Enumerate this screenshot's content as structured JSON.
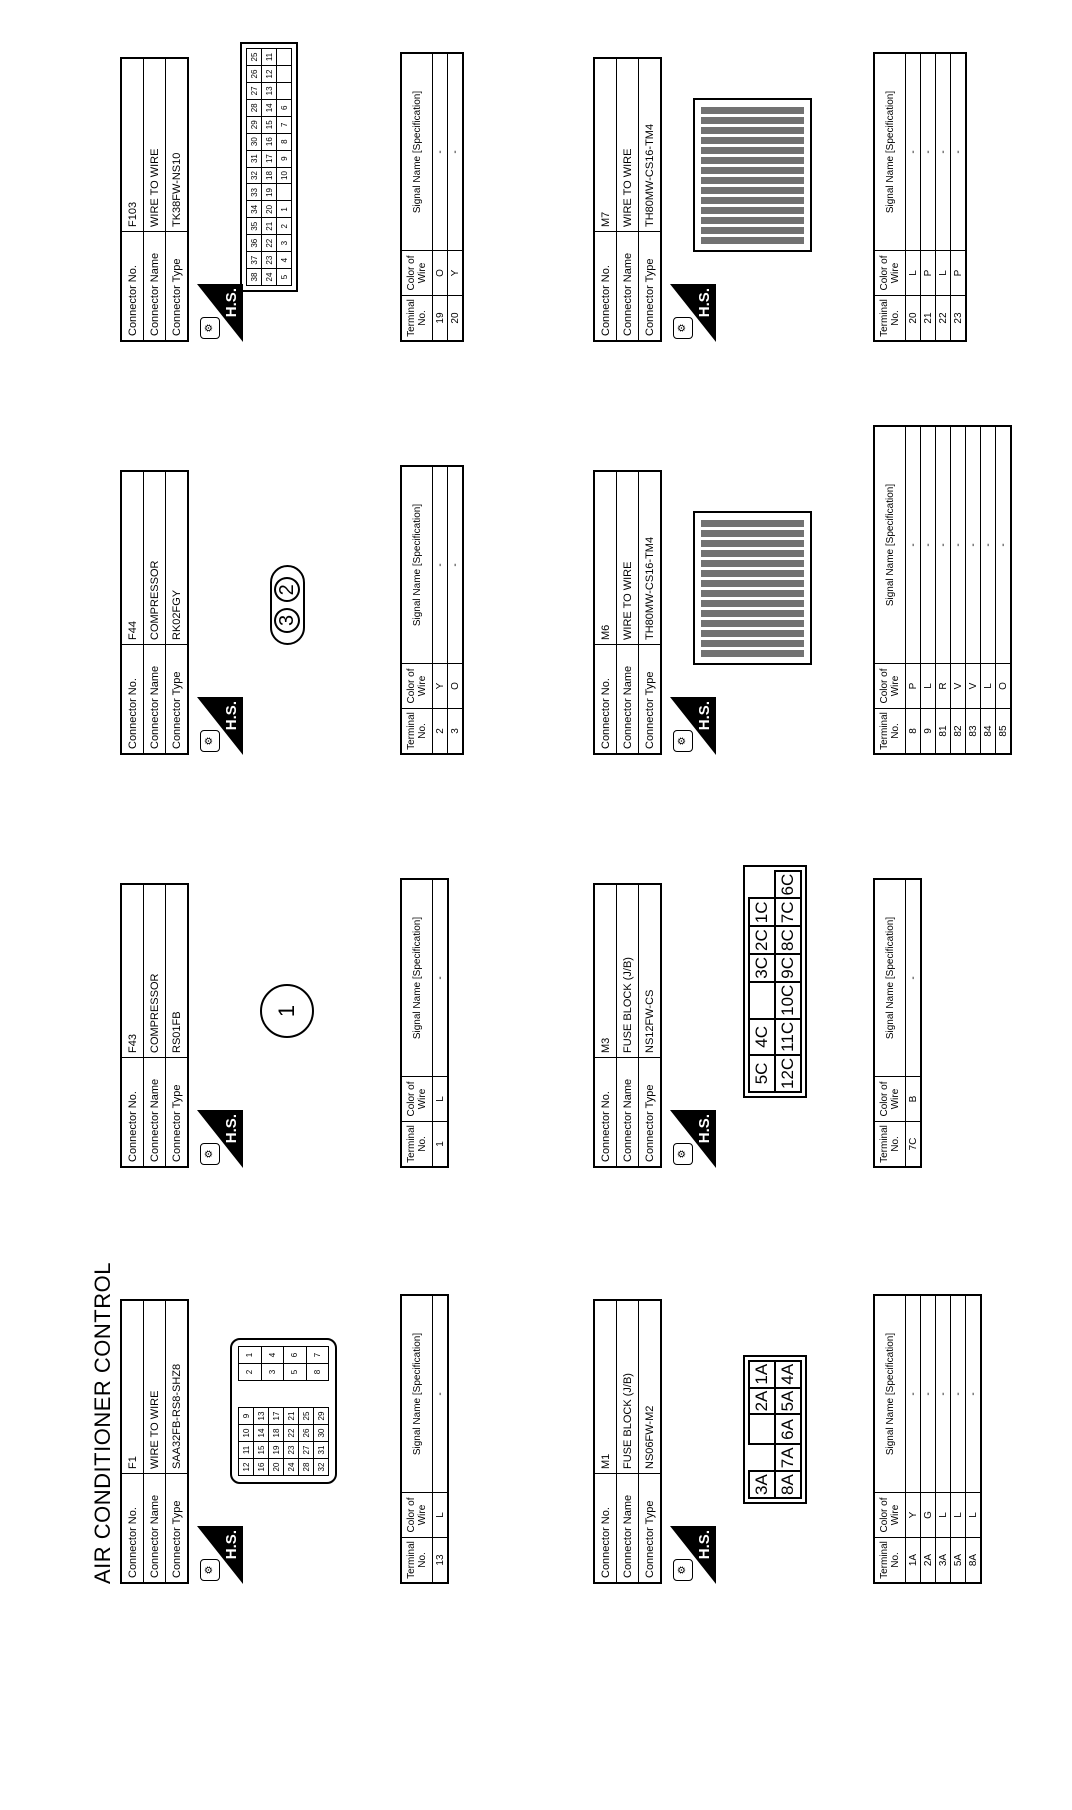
{
  "title": "AIR CONDITIONER CONTROL",
  "labels": {
    "conn_no": "Connector No.",
    "conn_name": "Connector Name",
    "conn_type": "Connector Type",
    "hs": "H.S.",
    "col_terminal": "Terminal No.",
    "col_color": "Color of Wire",
    "col_signal": "Signal Name [Specification]"
  },
  "connectors": [
    {
      "no": "F1",
      "name": "WIRE TO WIRE",
      "type": "SAA32FB-RS8-SHZ8",
      "rows": [
        {
          "t": "13",
          "c": "L",
          "s": "-"
        }
      ]
    },
    {
      "no": "F43",
      "name": "COMPRESSOR",
      "type": "RS01FB",
      "rows": [
        {
          "t": "1",
          "c": "L",
          "s": "-"
        }
      ]
    },
    {
      "no": "F44",
      "name": "COMPRESSOR",
      "type": "RK02FGY",
      "rows": [
        {
          "t": "2",
          "c": "Y",
          "s": "-"
        },
        {
          "t": "3",
          "c": "O",
          "s": "-"
        }
      ]
    },
    {
      "no": "F103",
      "name": "WIRE TO WIRE",
      "type": "TK38FW-NS10",
      "rows": [
        {
          "t": "19",
          "c": "O",
          "s": "-"
        },
        {
          "t": "20",
          "c": "Y",
          "s": "-"
        }
      ]
    },
    {
      "no": "M1",
      "name": "FUSE BLOCK (J/B)",
      "type": "NS06FW-M2",
      "rows": [
        {
          "t": "1A",
          "c": "Y",
          "s": "-"
        },
        {
          "t": "2A",
          "c": "G",
          "s": "-"
        },
        {
          "t": "3A",
          "c": "L",
          "s": "-"
        },
        {
          "t": "5A",
          "c": "L",
          "s": "-"
        },
        {
          "t": "8A",
          "c": "L",
          "s": "-"
        }
      ]
    },
    {
      "no": "M3",
      "name": "FUSE BLOCK (J/B)",
      "type": "NS12FW-CS",
      "rows": [
        {
          "t": "7C",
          "c": "B",
          "s": "-"
        }
      ]
    },
    {
      "no": "M6",
      "name": "WIRE TO WIRE",
      "type": "TH80MW-CS16-TM4",
      "rows": [
        {
          "t": "8",
          "c": "P",
          "s": "-"
        },
        {
          "t": "9",
          "c": "L",
          "s": "-"
        },
        {
          "t": "81",
          "c": "R",
          "s": "-"
        },
        {
          "t": "82",
          "c": "V",
          "s": "-"
        },
        {
          "t": "83",
          "c": "V",
          "s": "-"
        },
        {
          "t": "84",
          "c": "L",
          "s": "-"
        },
        {
          "t": "85",
          "c": "O",
          "s": "-"
        }
      ]
    },
    {
      "no": "M7",
      "name": "WIRE TO WIRE",
      "type": "TH80MW-CS16-TM4",
      "rows": [
        {
          "t": "20",
          "c": "L",
          "s": "-"
        },
        {
          "t": "21",
          "c": "P",
          "s": "-"
        },
        {
          "t": "22",
          "c": "L",
          "s": "-"
        },
        {
          "t": "23",
          "c": "P",
          "s": "-"
        }
      ]
    }
  ],
  "pins": {
    "f1_top": [
      "12",
      "11",
      "10",
      "9",
      "2",
      "1"
    ],
    "f1_mid": [
      "16",
      "15",
      "14",
      "13",
      "3",
      "4"
    ],
    "f1_rows": [
      "20",
      "19",
      "18",
      "17",
      "24",
      "23",
      "22",
      "21",
      "28",
      "27",
      "26",
      "25",
      "32",
      "31",
      "30",
      "29"
    ],
    "f1_right": [
      "5",
      "6",
      "8",
      "7"
    ],
    "f43": [
      "1"
    ],
    "f44": [
      "3",
      "2"
    ],
    "f103_a": [
      "38",
      "37",
      "36",
      "35",
      "34",
      "33",
      "32",
      "31",
      "30",
      "29",
      "28",
      "27",
      "26",
      "25",
      "24",
      "23",
      "22",
      "21",
      "20",
      "19",
      "18",
      "17",
      "16",
      "15",
      "14",
      "13",
      "12",
      "11"
    ],
    "f103_b": [
      "5",
      "4",
      "3",
      "2",
      "1",
      "10",
      "9",
      "8",
      "7",
      "6"
    ],
    "m1_top": [
      "3A",
      "2A",
      "1A"
    ],
    "m1_bot": [
      "8A",
      "7A",
      "6A",
      "5A",
      "4A"
    ],
    "m3_top": [
      "5C",
      "4C",
      "3C",
      "2C",
      "1C"
    ],
    "m3_bot": [
      "12C",
      "11C",
      "10C",
      "9C",
      "8C",
      "7C",
      "6C"
    ]
  }
}
